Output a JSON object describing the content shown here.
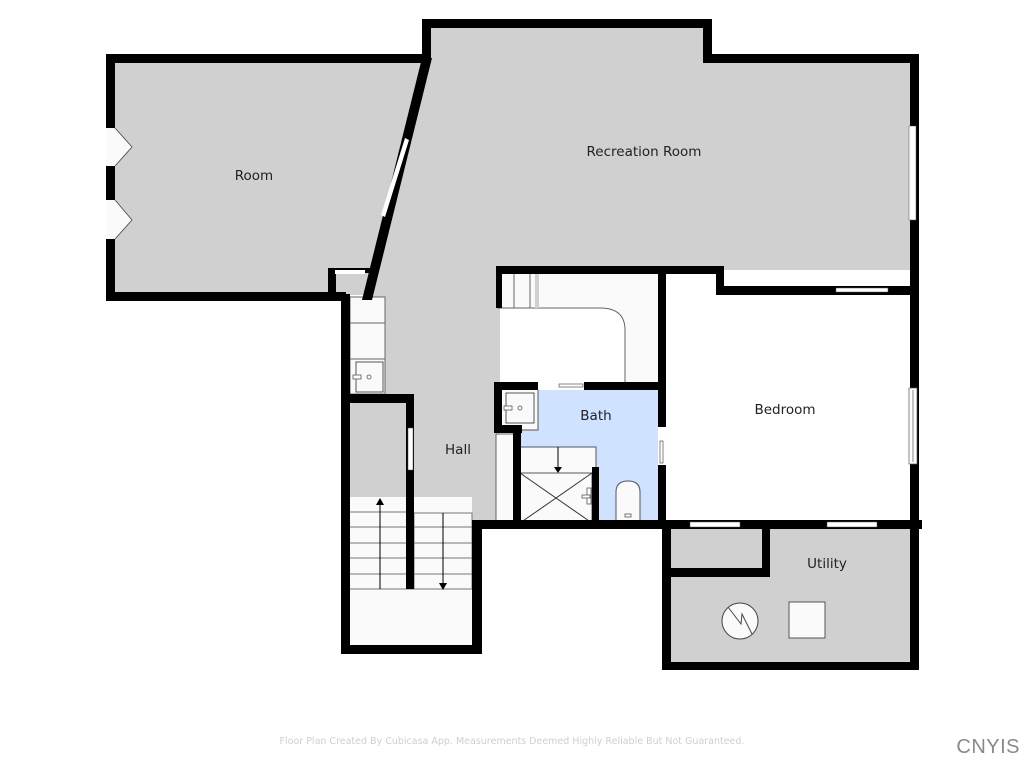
{
  "floor_plan": {
    "rooms": [
      {
        "id": "room",
        "label": "Room"
      },
      {
        "id": "recreation-room",
        "label": "Recreation Room"
      },
      {
        "id": "hall",
        "label": "Hall"
      },
      {
        "id": "bath",
        "label": "Bath"
      },
      {
        "id": "bedroom",
        "label": "Bedroom"
      },
      {
        "id": "utility",
        "label": "Utility"
      }
    ],
    "fixtures": [
      "stairs-up",
      "stairs-down",
      "sink",
      "shower",
      "toilet",
      "water-heater",
      "furnace",
      "kitchenette-counter"
    ],
    "colors": {
      "wall": "#000000",
      "floor_gray": "#d0d0d0",
      "floor_white": "#ffffff",
      "bath_blue": "#cfe2ff",
      "fixture_white": "#fafafa"
    }
  },
  "footer": {
    "disclaimer": "Floor Plan Created By Cubicasa App. Measurements Deemed Highly Reliable But Not Guaranteed.",
    "watermark": "CNYIS"
  }
}
